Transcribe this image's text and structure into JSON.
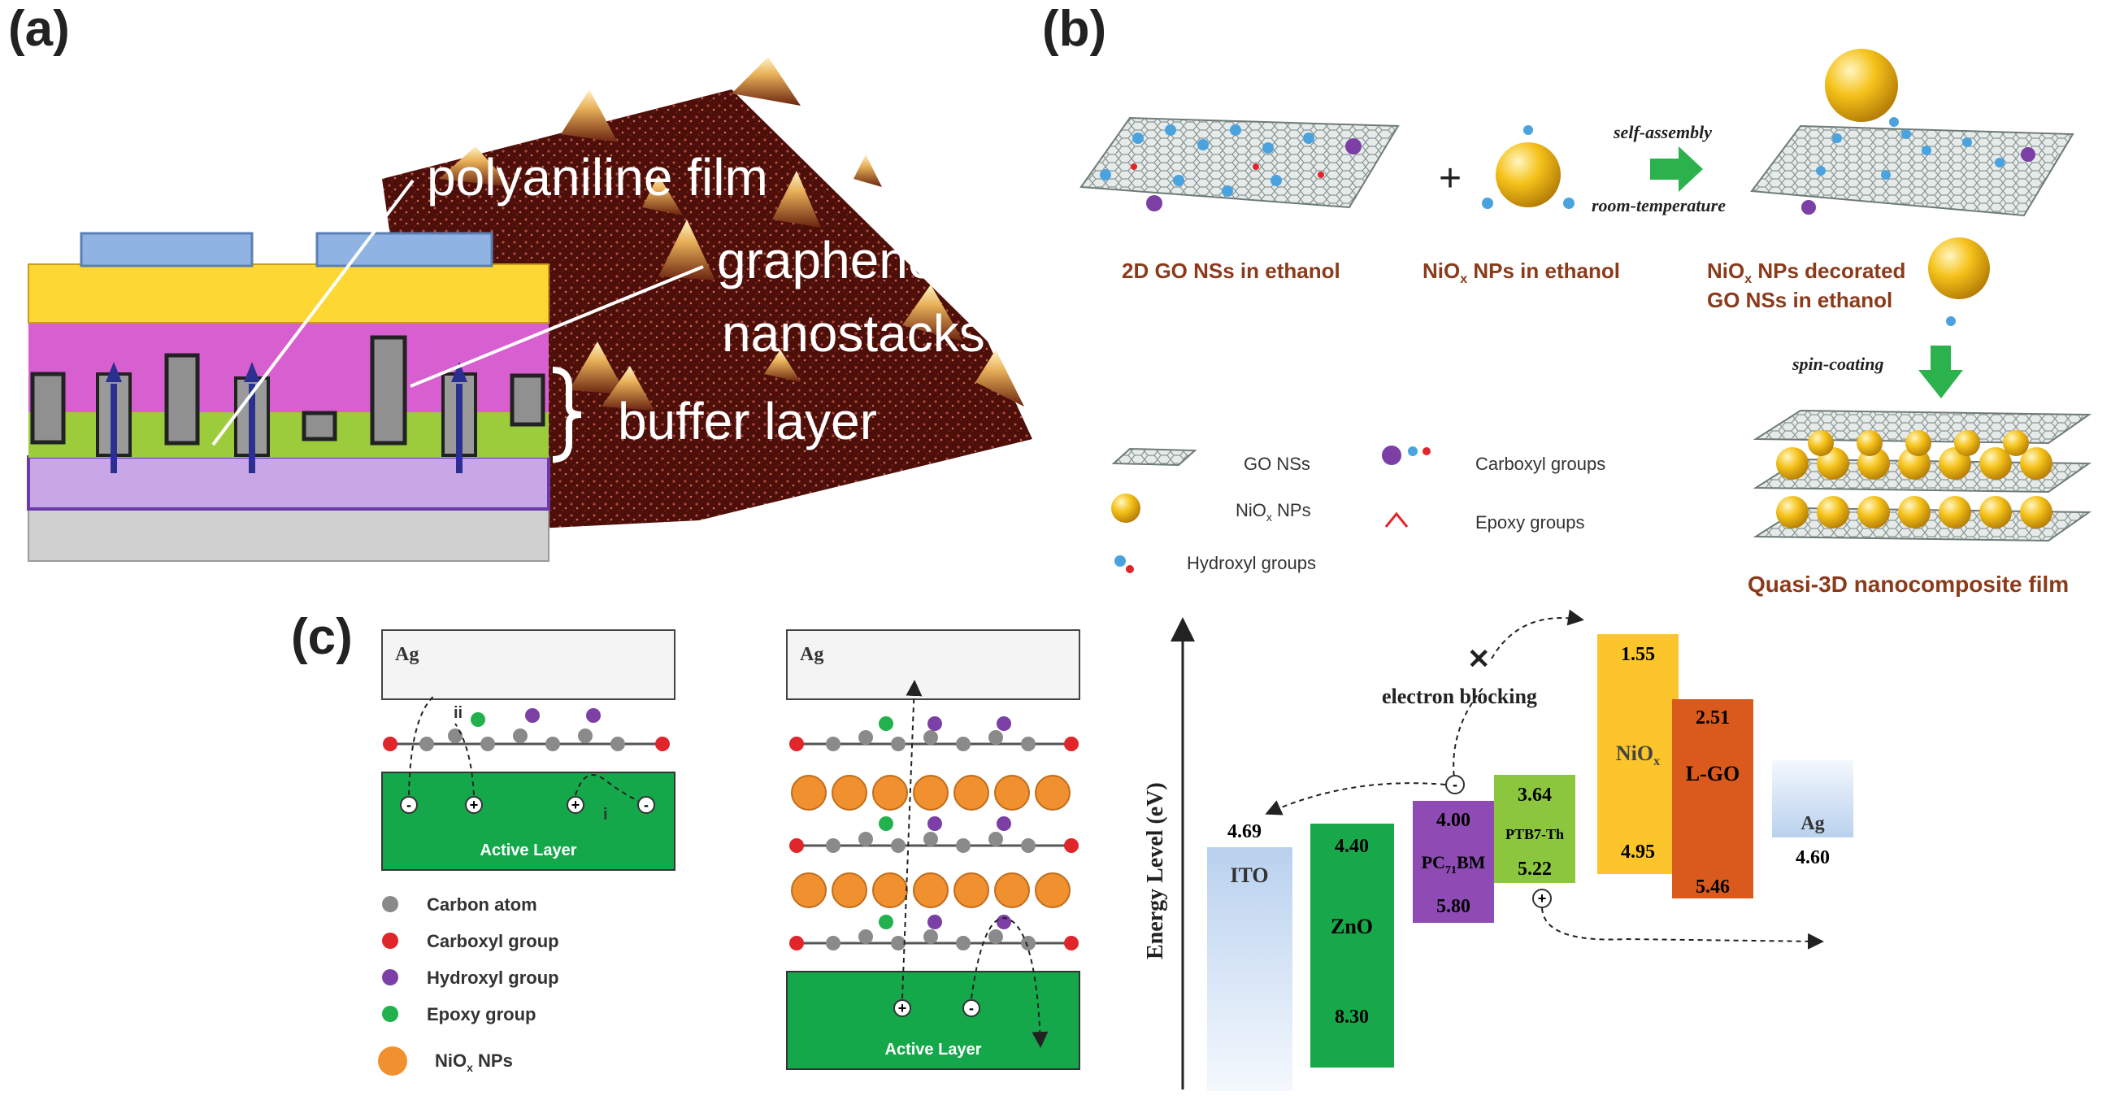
{
  "panel_a": {
    "label": "(a)",
    "annotations": {
      "polyaniline": "polyaniline film",
      "graphene_line1": "graphene",
      "graphene_line2": "nanostacks",
      "buffer": "buffer layer"
    },
    "colors": {
      "electrode": "#8fb4e3",
      "top_layer": "#fdd835",
      "magenta_layer": "#d85fd0",
      "green_layer": "#9ccc3c",
      "lilac_layer": "#c9a6e6",
      "substrate": "#d0d0d0",
      "afm_surface": "#5a120c"
    }
  },
  "panel_b": {
    "label": "(b)",
    "arrow_top": "self-assembly",
    "arrow_bottom": "room-temperature",
    "plus": "+",
    "caption_go": "2D GO NSs in ethanol",
    "caption_niox_pre": "NiO",
    "caption_niox_sub": "x",
    "caption_niox_post": " NPs in ethanol",
    "caption_dec_line1_pre": "NiO",
    "caption_dec_line1_sub": "x",
    "caption_dec_line1_post": " NPs decorated",
    "caption_dec_line2": "GO NSs in ethanol",
    "spin": "spin-coating",
    "caption_film": "Quasi-3D nanocomposite film",
    "legend": {
      "go": "GO  NSs",
      "niox_pre": "NiO",
      "niox_sub": "x",
      "niox_post": "  NPs",
      "hydroxyl": "Hydroxyl  groups",
      "carboxyl": "Carboxyl  groups",
      "epoxy": "Epoxy  groups"
    },
    "colors": {
      "caption": "#8b3a1a",
      "arrow": "#2bb24c",
      "np": "#f2b616"
    }
  },
  "panel_c": {
    "label": "(c)",
    "electrode": "Ag",
    "active": "Active Layer",
    "marks": {
      "minus": "-",
      "plus": "+",
      "i": "i",
      "ii": "ii"
    },
    "legend": {
      "carbon": "Carbon atom",
      "carboxyl": "Carboxyl group",
      "hydroxyl": "Hydroxyl group",
      "epoxy": "Epoxy group",
      "niox_pre": "NiO",
      "niox_sub": "x",
      "niox_post": " NPs"
    },
    "energy": {
      "ylabel": "Energy Level (eV)",
      "blocking": "electron blocking",
      "blocked": "✕",
      "minus_mark": "-",
      "plus_mark": "+",
      "levels": [
        {
          "name": "ITO",
          "top": "4.69",
          "bottom": "",
          "color": "#c9dcf2"
        },
        {
          "name": "ZnO",
          "top": "4.40",
          "bottom": "8.30",
          "color": "#17a84a"
        },
        {
          "name_pre": "PC",
          "name_sub": "71",
          "name_post": "BM",
          "top": "4.00",
          "bottom": "5.80",
          "color": "#8e4bb3"
        },
        {
          "name": "PTB7-Th",
          "top": "3.64",
          "bottom": "5.22",
          "color": "#8cc63f"
        },
        {
          "name_pre": "NiO",
          "name_sub": "x",
          "name_post": "",
          "top": "1.55",
          "bottom": "4.95",
          "color": "#fbc52b"
        },
        {
          "name": "L-GO",
          "top": "2.51",
          "bottom": "5.46",
          "color": "#d95a1c"
        },
        {
          "name": "Ag",
          "top": "",
          "bottom": "4.60",
          "color": "#c9dcf2"
        }
      ]
    },
    "colors": {
      "active_layer": "#14a84a",
      "carbon": "#8a8a8a",
      "carboxyl": "#e0262b",
      "hydroxyl": "#7b3fa6",
      "epoxy": "#22b14c",
      "np": "#f0902f"
    }
  }
}
